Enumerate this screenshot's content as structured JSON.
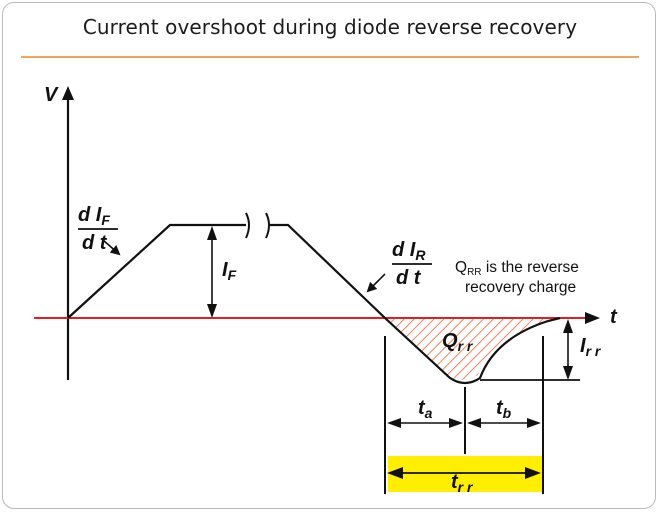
{
  "title": "Current overshoot during diode reverse recovery",
  "labels": {
    "v_axis": "V",
    "t_axis": "t",
    "dif_num": "d I",
    "dif_sub": "F",
    "dif_den": "d t",
    "if_main": "I",
    "if_sub": "F",
    "dir_num": "d I",
    "dir_sub": "R",
    "dir_den": "d t",
    "qrr_main": "Q",
    "qrr_sub": "r r",
    "qrr_note_q": "Q",
    "qrr_note_sub": "RR",
    "qrr_note_line1": " is the reverse",
    "qrr_note_line2": "recovery charge",
    "irr_main": "I",
    "irr_sub": "r r",
    "ta_main": "t",
    "ta_sub": "a",
    "tb_main": "t",
    "tb_sub": "b",
    "trr_main": "t",
    "trr_sub": "r r"
  },
  "colors": {
    "axis": "#111111",
    "zero_line": "#e02020",
    "hatch": "#f0643c",
    "trr_box": "#ffee00",
    "title_rule": "#f2a35c"
  }
}
